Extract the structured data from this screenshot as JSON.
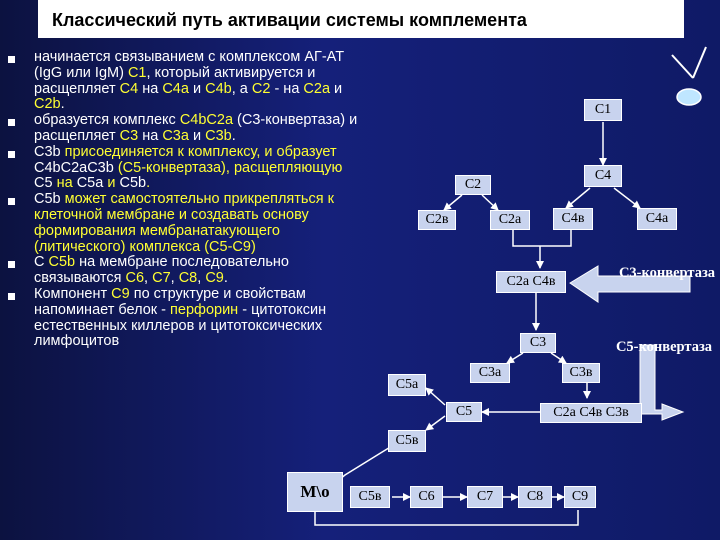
{
  "slide": {
    "title": "Классический путь активации системы комплемента"
  },
  "bullets": [
    {
      "parts": [
        "начинается связыванием с комплексом  АГ-АТ (IgG или IgM) ",
        "C1",
        ", который  активируется и расщепляет ",
        "C4",
        " на ",
        "C4a",
        " и ",
        "C4b",
        ", а ",
        "C2",
        " - на ",
        "C2a",
        " и ",
        "C2b",
        "."
      ]
    },
    {
      "parts": [
        "образуется комплекс ",
        "C4bC2a",
        " (C3-конвертаза) и расщепляет ",
        "C3",
        " на ",
        "C3a",
        " и ",
        "C3b",
        "."
      ]
    },
    {
      "parts": [
        "C3b",
        " присоединяется к комплексу, и образует ",
        "C4bC2aC3b",
        " (C5-конвертаза), расщепляющую ",
        "C5",
        " на ",
        "C5a",
        " и ",
        "C5b",
        "."
      ]
    },
    {
      "parts": [
        "C5b",
        " может самостоятельно прикрепляться к клеточной мембране и создавать основу формирования мембранатакующего (литического) комплекса (C5-C9)"
      ]
    },
    {
      "parts": [
        "С ",
        "C5b",
        " на мембране последовательно связываются ",
        "C6",
        ", ",
        "C7",
        ", ",
        "C8",
        ", ",
        "C9",
        "."
      ]
    },
    {
      "parts": [
        " Компонент ",
        "C9",
        " по структуре и свойствам напоминает белок - ",
        "перфорин",
        " - цитотоксин естественных киллеров и цитотоксических лимфоцитов"
      ]
    }
  ],
  "diagram": {
    "c1": "C1",
    "c4": "C4",
    "c2": "C2",
    "c2v": "C2в",
    "c2a": "C2a",
    "c4v": "C4в",
    "c4a": "C4a",
    "c2a_c4v": "C2a C4в",
    "c3_convertase": "C3-конвертаза",
    "c3": "C3",
    "c3a": "C3a",
    "c3v": "C3в",
    "c5_convertase": "C5-конвертаза",
    "c5a": "C5a",
    "c5": "C5",
    "c2a_c4v_c3v": "C2a C4в C3в",
    "c5v_upper": "C5в",
    "macrophage": "М\\о",
    "c5v": "C5в",
    "c6": "C6",
    "c7": "C7",
    "c8": "C8",
    "c9": "C9"
  },
  "colors": {
    "background": "#15207a",
    "node_fill": "#c8d3ee",
    "highlight_text": "#ffff33",
    "antibody": "#bfe6ff"
  }
}
